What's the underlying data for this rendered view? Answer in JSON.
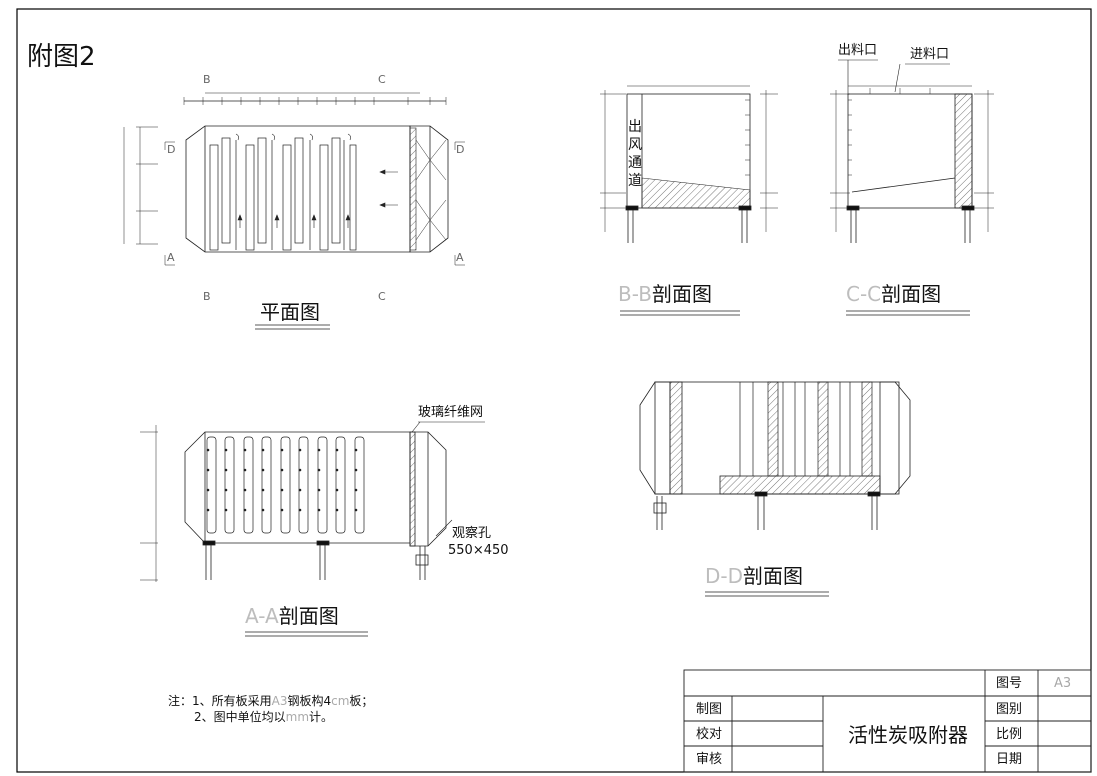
{
  "figure_label": "附图2",
  "views": {
    "plan": {
      "title": "平面图",
      "sec_b": "B",
      "sec_c": "C",
      "sec_d": "D",
      "sec_a": "A"
    },
    "bb": {
      "prefix": "B-B",
      "title": "剖面图",
      "vertical_label": "出风通道"
    },
    "cc": {
      "prefix": "C-C",
      "title": "剖面图",
      "outlet": "出料口",
      "inlet": "进料口"
    },
    "aa": {
      "prefix": "A-A",
      "title": "剖面图",
      "mesh": "玻璃纤维网",
      "port": "观察孔",
      "port_size": "550×450"
    },
    "dd": {
      "prefix": "D-D",
      "title": "剖面图"
    }
  },
  "notes": {
    "line1_a": "注：1、所有板采用",
    "line1_b": "A3",
    "line1_c": "钢板构4",
    "line1_d": "cm",
    "line1_e": "板；",
    "line2_a": "2、图中单位均以",
    "line2_b": "mm",
    "line2_c": "计。"
  },
  "title_block": {
    "drawing_no_label": "图号",
    "drawing_no_value": "A3",
    "made_by": "制图",
    "checked_by": "校对",
    "approved_by": "审核",
    "title": "活性炭吸附器",
    "category": "图别",
    "scale": "比例",
    "date": "日期"
  }
}
